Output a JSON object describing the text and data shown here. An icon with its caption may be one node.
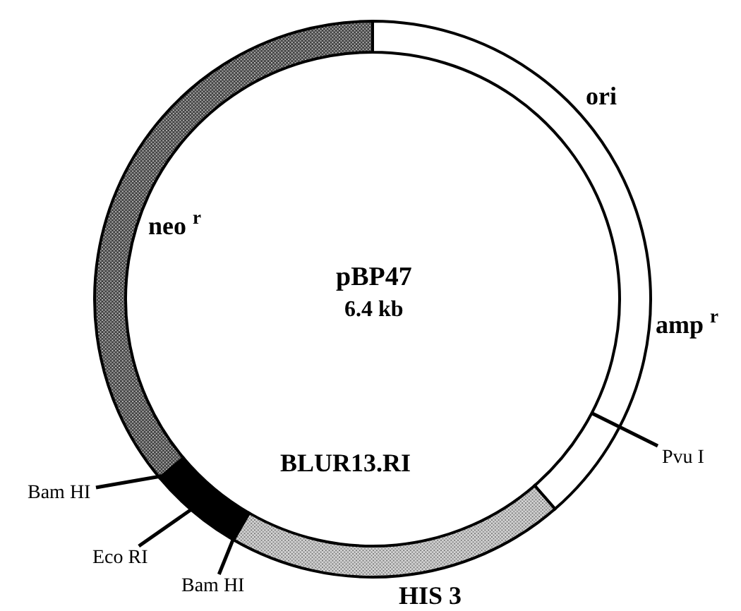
{
  "diagram": {
    "nodes": [
      {
        "text": [
          "Bam HI"
        ]
      },
      {
        "text": [
          "Eco RI"
        ]
      },
      {
        "text": [
          "Bam HI"
        ]
      },
      {
        "text": [
          "Pvu I"
        ]
      }
    ],
    "edges": [
      {
        "from": 0,
        "to": null,
        "arrow": "none"
      },
      {
        "from": 1,
        "to": null,
        "arrow": "none"
      },
      {
        "from": 2,
        "to": null,
        "arrow": "none"
      },
      {
        "from": 3,
        "to": null,
        "arrow": "none"
      }
    ],
    "labels": [
      "pBP47",
      "6.4 kb",
      "ori",
      "amp $^{r}$",
      "neo $^{r}$",
      "BLUR13.RI",
      "HIS 3"
    ]
  }
}
